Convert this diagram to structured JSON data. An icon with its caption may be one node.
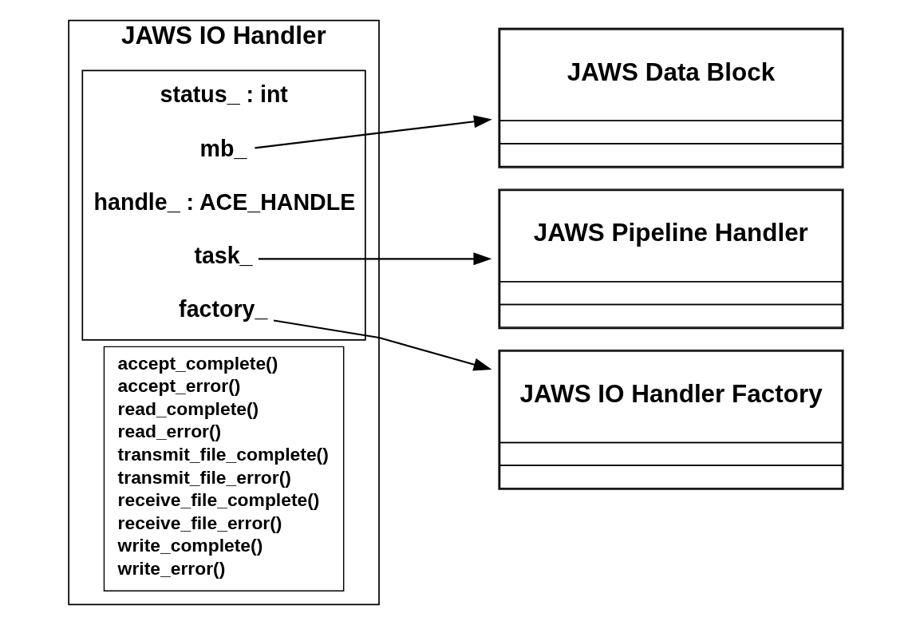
{
  "diagram": {
    "nodes": [
      {
        "text": [
          "JAWS IO Handler"
        ]
      },
      {
        "text": [],
        "shape": "box",
        "in": 0
      },
      {
        "text": [
          "status_ : int"
        ],
        "in": 1
      },
      {
        "text": [
          "mb_"
        ],
        "in": 1
      },
      {
        "text": [
          "handle_ : ACE_HANDLE"
        ],
        "in": 1
      },
      {
        "text": [
          "task_"
        ],
        "in": 1
      },
      {
        "text": [
          "factory_"
        ],
        "in": 1
      },
      {
        "text": [
          "accept_complete()",
          "accept_error()",
          "read_complete()",
          "read_error()",
          "transmit_file_complete()",
          "transmit_file_error()",
          "receive_file_complete()",
          "receive_file_error()",
          "write_complete()",
          "write_error()"
        ],
        "in": 0
      },
      {
        "text": [
          "JAWS Data Block"
        ]
      },
      {
        "text": [
          "JAWS Pipeline Handler"
        ]
      },
      {
        "text": [
          "JAWS IO Handler Factory"
        ]
      }
    ],
    "edges": [
      {
        "from": 3,
        "to": 8,
        "arrow": "to"
      },
      {
        "from": 5,
        "to": 9,
        "arrow": "to"
      },
      {
        "from": 6,
        "to": 10,
        "arrow": "to"
      }
    ]
  }
}
